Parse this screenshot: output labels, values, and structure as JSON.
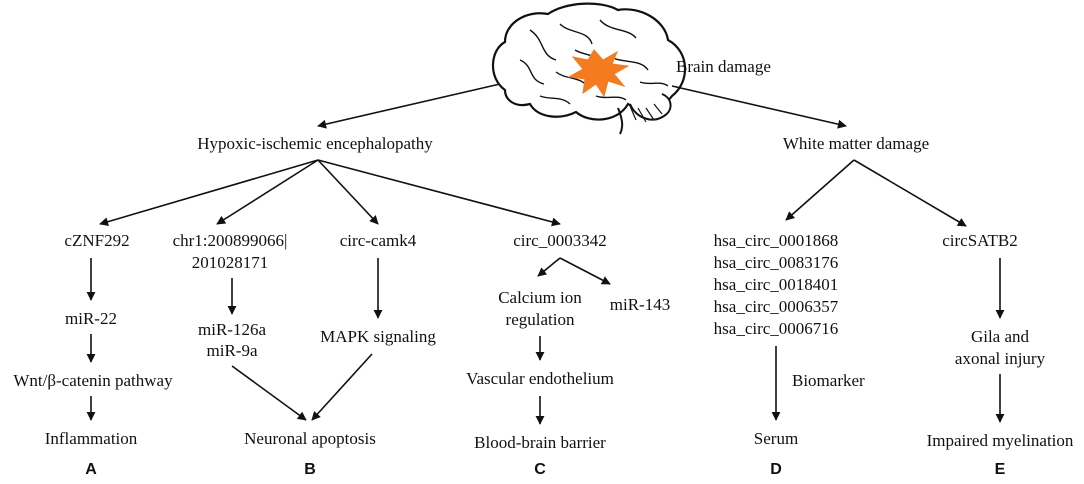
{
  "root": {
    "label": "Brain damage",
    "icon": "brain-icon",
    "lesion_color": "#f47b20"
  },
  "branches": {
    "hie": "Hypoxic-ischemic encephalopathy",
    "wmd": "White matter damage"
  },
  "panel_a": {
    "letter": "A",
    "circ": "cZNF292",
    "mirna": "miR-22",
    "pathway": "Wnt/β-catenin pathway",
    "outcome": "Inflammation"
  },
  "panel_b": {
    "letter": "B",
    "circ1_line1": "chr1:200899066|",
    "circ1_line2": "201028171",
    "mirna_line1": "miR-126a",
    "mirna_line2": "miR-9a",
    "circ2": "circ-camk4",
    "signaling": "MAPK signaling",
    "outcome": "Neuronal apoptosis"
  },
  "panel_c": {
    "letter": "C",
    "circ": "circ_0003342",
    "calcium_line1": "Calcium ion",
    "calcium_line2": "regulation",
    "mirna": "miR-143",
    "vascular": "Vascular endothelium",
    "outcome": "Blood-brain barrier"
  },
  "panel_d": {
    "letter": "D",
    "circs": [
      "hsa_circ_0001868",
      "hsa_circ_0083176",
      "hsa_circ_0018401",
      "hsa_circ_0006357",
      "hsa_circ_0006716"
    ],
    "edge_label": "Biomarker",
    "outcome": "Serum"
  },
  "panel_e": {
    "letter": "E",
    "circ": "circSATB2",
    "injury_line1": "Gila and",
    "injury_line2": "axonal injury",
    "outcome": "Impaired myelination"
  }
}
